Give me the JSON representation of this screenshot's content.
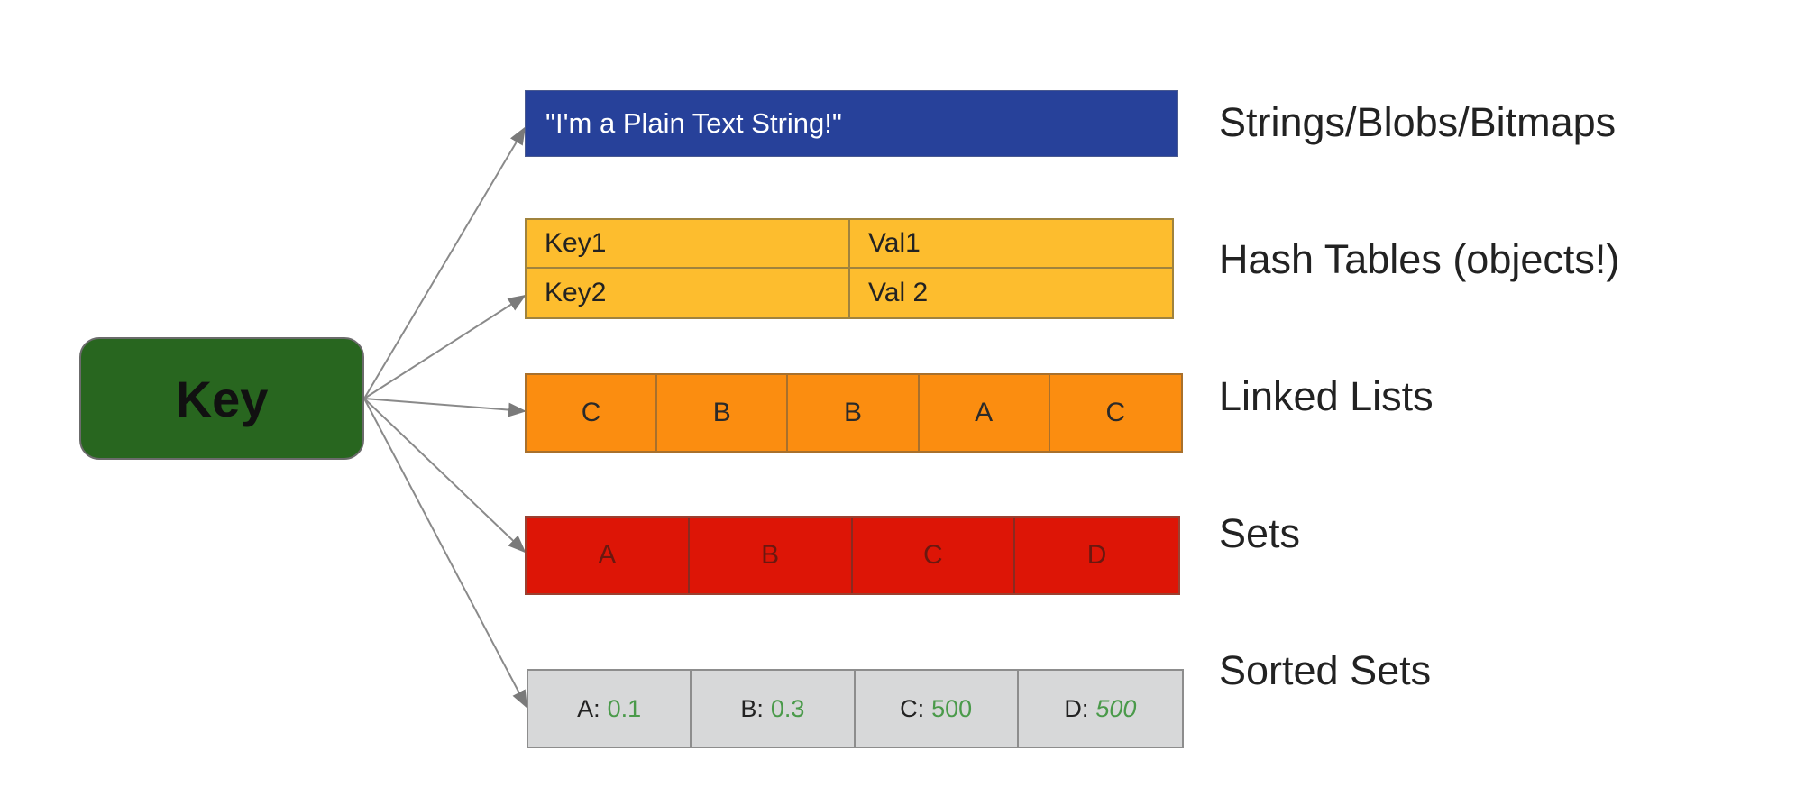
{
  "key": {
    "label": "Key"
  },
  "types": {
    "strings": {
      "value": "\"I'm a Plain Text String!\"",
      "label": "Strings/Blobs/Bitmaps"
    },
    "hash": {
      "rows": [
        {
          "key": "Key1",
          "val": "Val1"
        },
        {
          "key": "Key2",
          "val": "Val 2"
        }
      ],
      "label": "Hash Tables (objects!)"
    },
    "linked_list": {
      "items": [
        "C",
        "B",
        "B",
        "A",
        "C"
      ],
      "label": "Linked Lists"
    },
    "sets": {
      "items": [
        "A",
        "B",
        "C",
        "D"
      ],
      "label": "Sets"
    },
    "sorted_sets": {
      "items": [
        {
          "member": "A:",
          "score": "0.1"
        },
        {
          "member": "B:",
          "score": "0.3"
        },
        {
          "member": "C:",
          "score": "500"
        },
        {
          "member": "D:",
          "score": "500"
        }
      ],
      "label": "Sorted Sets"
    }
  },
  "colors": {
    "key": "#28661f",
    "strings": "#27419a",
    "hash": "#fdbd2e",
    "linked_list": "#fb8d10",
    "sets": "#dd1506",
    "sorted_sets": "#d7d8d9",
    "score": "#4a9a4a"
  }
}
